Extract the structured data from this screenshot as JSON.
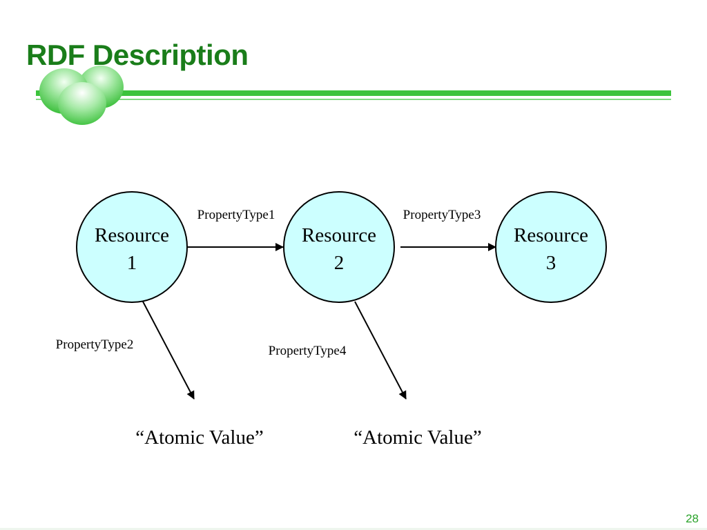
{
  "slide": {
    "title": "RDF Description",
    "page_number": "28"
  },
  "colors": {
    "title": "#1a7d1a",
    "accent_green": "#3cc33c",
    "node_fill": "#ccffff",
    "page_number": "#2aa32a"
  },
  "diagram": {
    "nodes": [
      {
        "id": "r1",
        "line1": "Resource",
        "line2": "1"
      },
      {
        "id": "r2",
        "line1": "Resource",
        "line2": "2"
      },
      {
        "id": "r3",
        "line1": "Resource",
        "line2": "3"
      }
    ],
    "edges": [
      {
        "from": "r1",
        "to": "r2",
        "label": "PropertyType1"
      },
      {
        "from": "r2",
        "to": "r3",
        "label": "PropertyType3"
      },
      {
        "from": "r1",
        "to": "v1",
        "label": "PropertyType2"
      },
      {
        "from": "r2",
        "to": "v2",
        "label": "PropertyType4"
      }
    ],
    "values": [
      {
        "id": "v1",
        "text": "“Atomic Value”"
      },
      {
        "id": "v2",
        "text": "“Atomic Value”"
      }
    ]
  }
}
